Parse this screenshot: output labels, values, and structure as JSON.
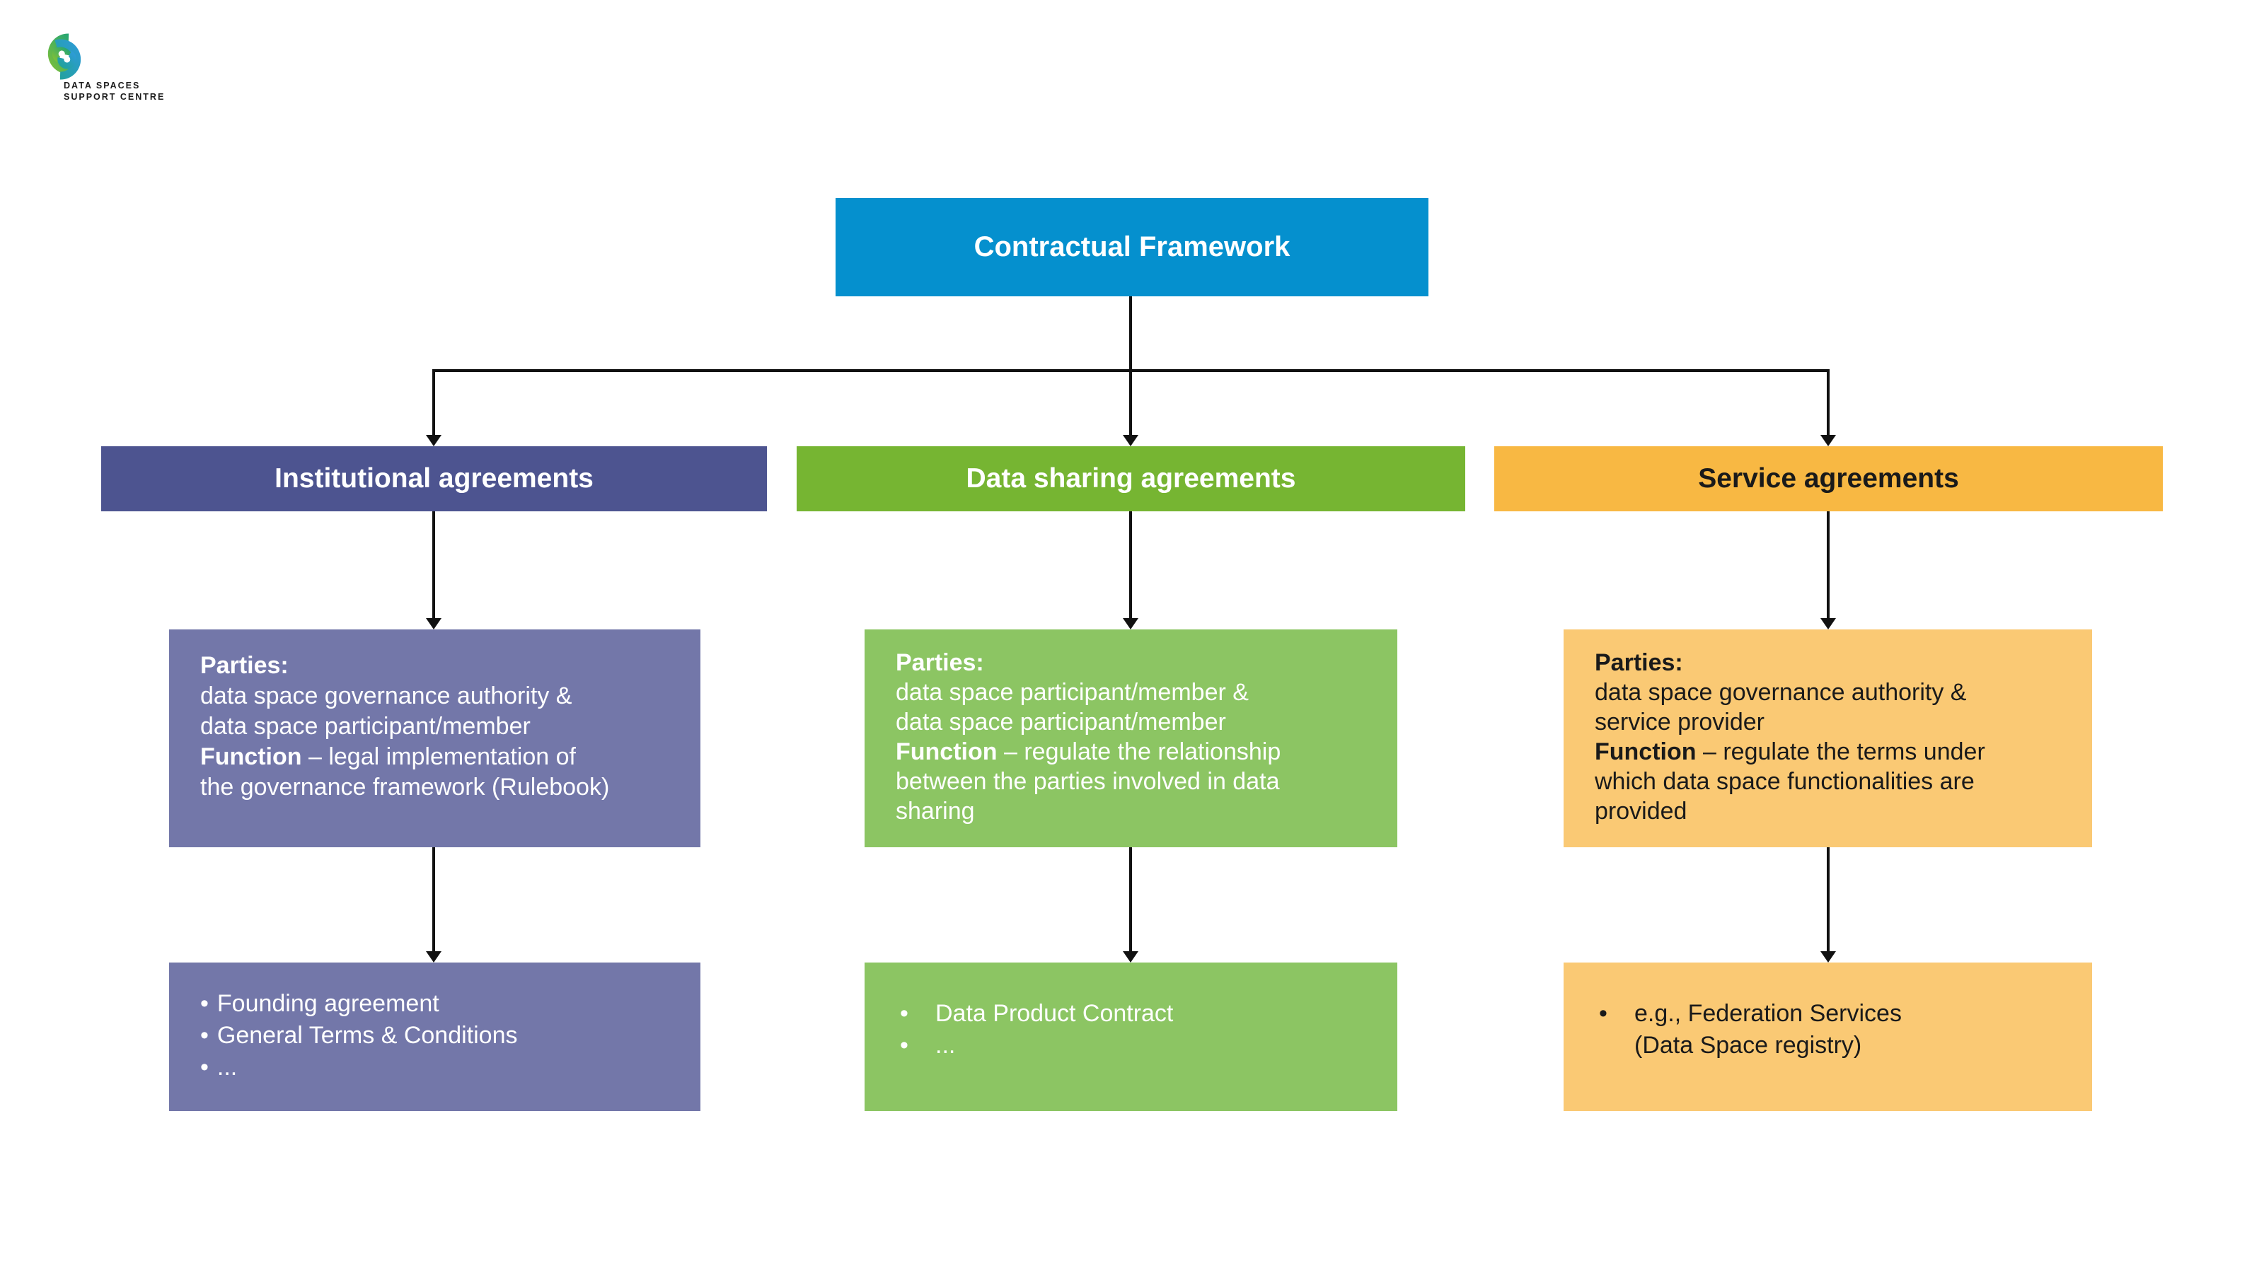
{
  "logo": {
    "line1": "DATA SPACES",
    "line2": "SUPPORT CENTRE"
  },
  "colors": {
    "root_bg": "#0590CE",
    "institutional_header_bg": "#4D5490",
    "institutional_body_bg": "#7377A9",
    "data_sharing_header_bg": "#76B532",
    "data_sharing_body_bg": "#8CC563",
    "service_header_bg": "#F8B843",
    "service_body_bg": "#FAC974",
    "connector_line": "#111111",
    "header_text_institutional": "#ffffff",
    "header_text_data_sharing": "#ffffff",
    "header_text_service": "#1a1a1a"
  },
  "tree": {
    "root": {
      "label": "Contractual Framework"
    },
    "columns": [
      {
        "header": "Institutional agreements",
        "body": {
          "parties_label": "Parties:",
          "parties_line1": "data space governance authority &",
          "parties_line2": "data space participant/member",
          "function_label": "Function",
          "function_line1": "– legal implementation of",
          "function_line2": "the governance framework (Rulebook)"
        },
        "items": [
          "Founding agreement",
          "General Terms & Conditions",
          "..."
        ]
      },
      {
        "header": "Data sharing agreements",
        "body": {
          "parties_label": "Parties:",
          "parties_line1": "data space participant/member &",
          "parties_line2": "data space participant/member",
          "function_label": "Function",
          "function_line1": "– regulate the relationship",
          "function_line2": "between the parties involved in data",
          "function_line3": "sharing"
        },
        "items": [
          "Data Product Contract",
          "..."
        ]
      },
      {
        "header": "Service agreements",
        "body": {
          "parties_label": "Parties:",
          "parties_line1": "data space governance authority &",
          "parties_line2": "service provider",
          "function_label": "Function",
          "function_line1": "– regulate the terms under",
          "function_line2": "which data space functionalities are",
          "function_line3": "provided"
        },
        "items": [
          "e.g., Federation Services",
          "(Data Space registry)"
        ]
      }
    ]
  }
}
